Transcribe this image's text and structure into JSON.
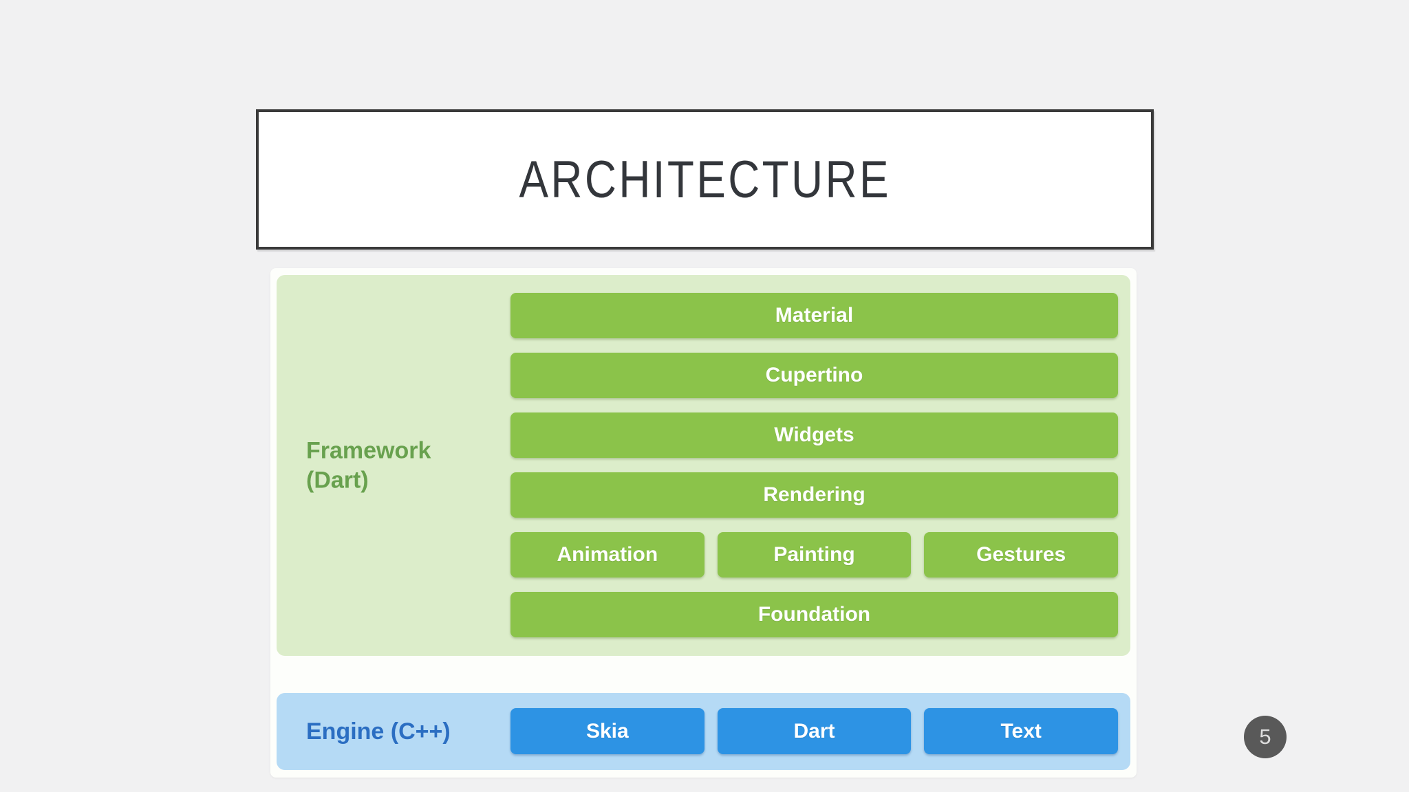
{
  "slide": {
    "title": "ARCHITECTURE",
    "page_number": "5"
  },
  "diagram": {
    "framework": {
      "label_line1": "Framework",
      "label_line2": "(Dart)",
      "bars": [
        "Material",
        "Cupertino",
        "Widgets",
        "Rendering"
      ],
      "sub_bars": [
        "Animation",
        "Painting",
        "Gestures"
      ],
      "foundation_bar": "Foundation"
    },
    "engine": {
      "label": "Engine (C++)",
      "bars": [
        "Skia",
        "Dart",
        "Text"
      ]
    }
  },
  "colors": {
    "page_background": "#f1f1f2",
    "title_border": "#3a3a3a",
    "title_text": "#33363b",
    "card_background": "#fdfefb",
    "framework_panel": "#dcedca",
    "framework_bar": "#8bc34a",
    "framework_label": "#68a14e",
    "engine_panel": "#b5daf5",
    "engine_bar": "#2d93e4",
    "engine_label": "#2b6ec2",
    "page_number_circle": "#595959"
  }
}
